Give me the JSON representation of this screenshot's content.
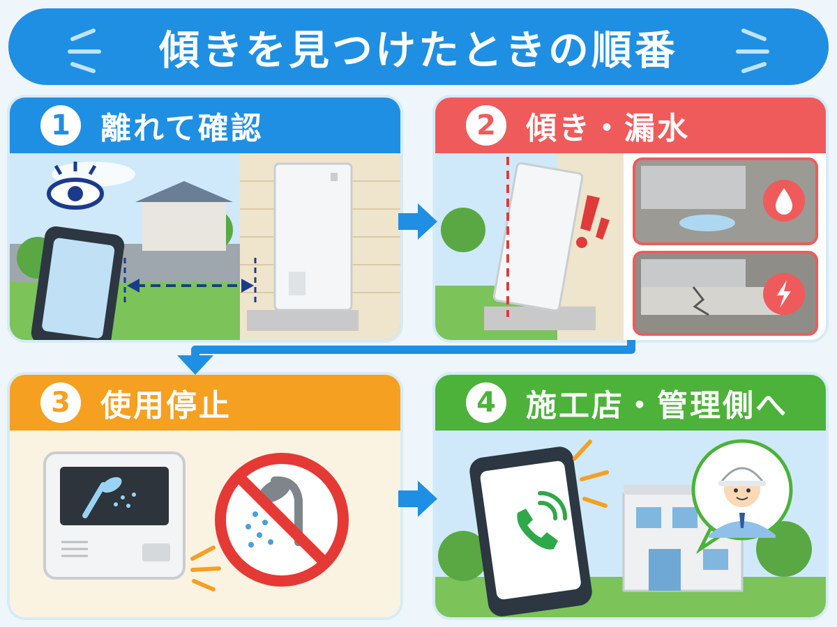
{
  "title": "傾きを見つけたときの順番",
  "steps": [
    {
      "number": "1",
      "label": "離れて確認",
      "icons": [
        "eye-icon",
        "smartphone-icon",
        "distance-arrow-icon",
        "water-heater-icon"
      ]
    },
    {
      "number": "2",
      "label": "傾き・漏水",
      "icons": [
        "tilted-water-heater-icon",
        "exclamation-icon",
        "water-drop-icon",
        "crack-icon"
      ]
    },
    {
      "number": "3",
      "label": "使用停止",
      "icons": [
        "remote-control-icon",
        "shower-icon",
        "no-shower-icon"
      ]
    },
    {
      "number": "4",
      "label": "施工店・管理側へ",
      "icons": [
        "phone-call-icon",
        "building-icon",
        "worker-icon"
      ]
    }
  ],
  "colors": {
    "title": "#1f8fe3",
    "step1": "#1f8fe3",
    "step2": "#ef5b5b",
    "step3": "#f5a021",
    "step4": "#4cb23a",
    "arrow": "#1f8fe3"
  }
}
